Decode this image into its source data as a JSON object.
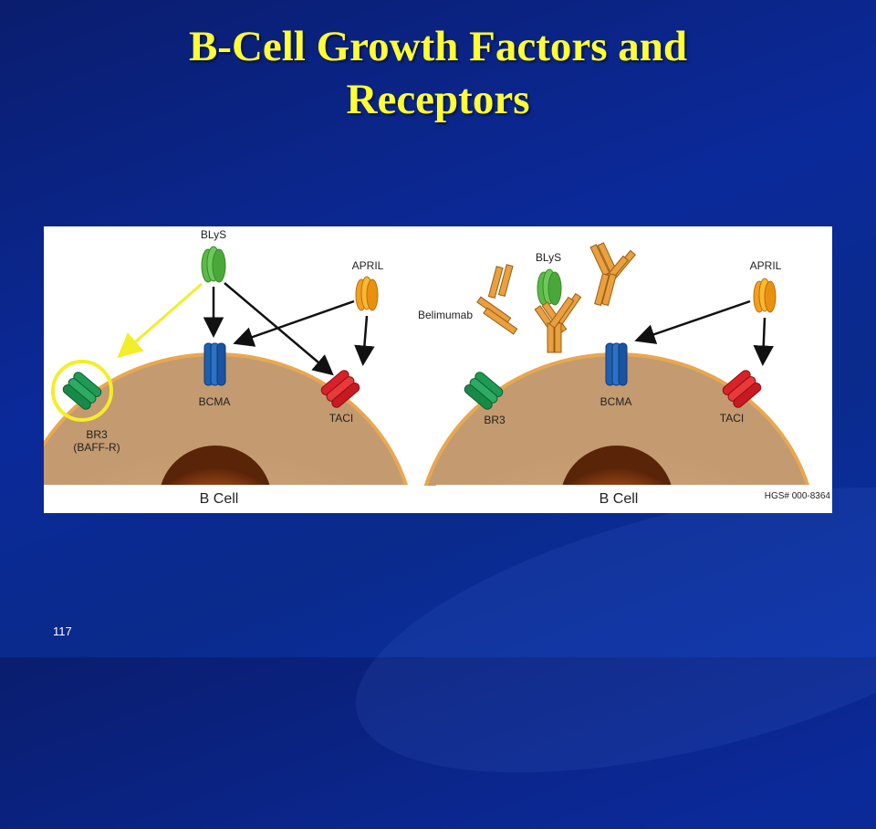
{
  "slide": {
    "title_line1": "B-Cell Growth Factors and",
    "title_line2": "Receptors",
    "slide_number": "117"
  },
  "figure": {
    "left_panel": {
      "blys_label": "BLyS",
      "april_label": "APRIL",
      "bcma_label": "BCMA",
      "taci_label": "TACI",
      "br3_label": "BR3",
      "br3_sub_label": "(BAFF-R)",
      "cell_label": "B Cell"
    },
    "right_panel": {
      "blys_label": "BLyS",
      "april_label": "APRIL",
      "belimumab_label": "Belimumab",
      "bcma_label": "BCMA",
      "taci_label": "TACI",
      "br3_label": "BR3",
      "cell_label": "B Cell",
      "reference_code": "HGS# 000-8364"
    },
    "colors": {
      "blys": "#5cb84a",
      "april": "#f0a020",
      "bcma": "#1f5fb0",
      "taci": "#d8222a",
      "br3": "#1f9a55",
      "belimumab": "#e8a040",
      "highlight": "#f2ee2a",
      "cell": "#c9a07a",
      "nucleus": "#7a3a12"
    }
  }
}
